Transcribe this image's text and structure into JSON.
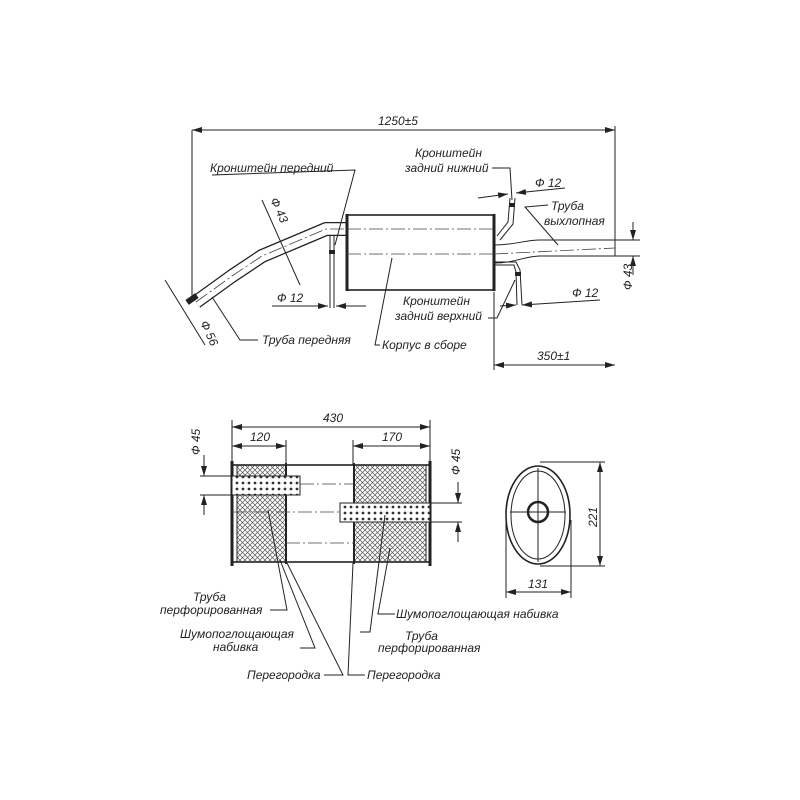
{
  "top_view": {
    "overall_length": "1250±5",
    "rear_length": "350±1",
    "labels": {
      "front_bracket": "Кронштейн передний",
      "rear_lower_bracket_1": "Кронштейн",
      "rear_lower_bracket_2": "задний нижний",
      "exhaust_pipe_1": "Труба",
      "exhaust_pipe_2": "выхлопная",
      "rear_upper_bracket_1": "Кронштейн",
      "rear_upper_bracket_2": "задний верхний",
      "front_pipe": "Труба передняя",
      "body_assembly": "Корпус в сборе"
    },
    "dims": {
      "front_pipe_dia": "Ф 43",
      "flange_dia": "Ф 56",
      "front_bracket_dia": "Ф 12",
      "rear_lower_bracket_dia": "Ф 12",
      "rear_upper_bracket_dia": "Ф 12",
      "exhaust_dia": "Ф 43"
    }
  },
  "section_view": {
    "dims": {
      "length": "430",
      "left_chamber": "120",
      "right_chamber": "170",
      "left_tube_dia": "Ф 45",
      "right_tube_dia": "Ф 45",
      "height": "221",
      "width": "131"
    },
    "labels": {
      "perf_tube_left_1": "Труба",
      "perf_tube_left_2": "перфорированная",
      "packing_left_1": "Шумопоглощающая",
      "packing_left_2": "набивка",
      "baffle_left": "Перегородка",
      "baffle_right": "Перегородка",
      "packing_right": "Шумопоглощающая набивка",
      "perf_tube_right_1": "Труба",
      "perf_tube_right_2": "перфорированная"
    }
  }
}
